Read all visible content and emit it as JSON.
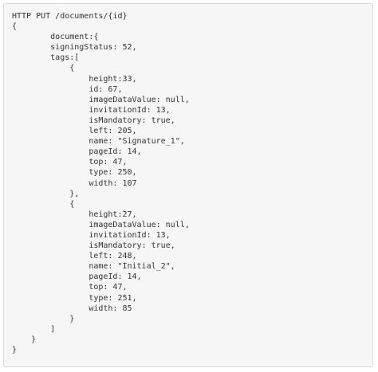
{
  "code": {
    "lines": [
      "HTTP PUT /documents/{id}",
      "{",
      "        document:{",
      "        signingStatus: 52,",
      "        tags:[",
      "            {",
      "                height:33,",
      "                id: 67,",
      "                imageDataValue: null,",
      "                invitationId: 13,",
      "                isMandatory: true,",
      "                left: 205,",
      "                name: \"Signature_1\",",
      "                pageId: 14,",
      "                top: 47,",
      "                type: 250,",
      "                width: 107",
      "            },",
      "            {",
      "                height:27,",
      "                imageDataValue: null,",
      "                invitationId: 13,",
      "                isMandatory: true,",
      "                left: 248,",
      "                name: \"Initial_2\",",
      "                pageId: 14,",
      "                top: 47,",
      "                type: 251,",
      "                width: 85",
      "            }",
      "        ]",
      "    }",
      "}"
    ]
  }
}
